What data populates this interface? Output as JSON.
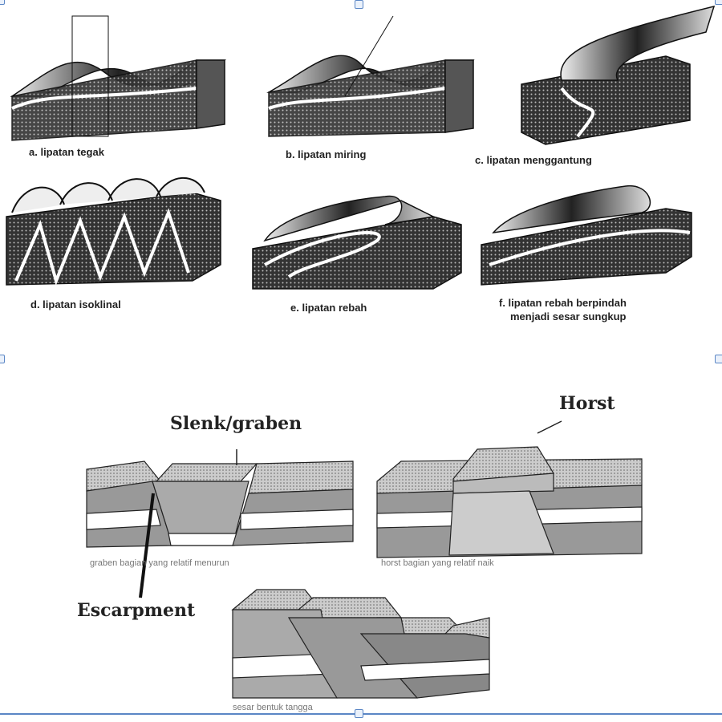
{
  "folds": [
    {
      "label": "a. lipatan tegak"
    },
    {
      "label": "b. lipatan miring"
    },
    {
      "label": "c. lipatan menggantung"
    },
    {
      "label": "d. lipatan isoklinal"
    },
    {
      "label": "e. lipatan rebah"
    },
    {
      "label": "f.  lipatan rebah berpindah",
      "label2": "menjadi sesar sungkup"
    }
  ],
  "faults": {
    "graben_title": "Slenk/graben",
    "horst_title": "Horst",
    "escarpment": "Escarpment",
    "graben_caption": "graben bagian yang relatif menurun",
    "horst_caption": "horst bagian yang relatif naik",
    "step_caption": "sesar bentuk tangga"
  },
  "colors": {
    "selection": "#5a86c5"
  }
}
